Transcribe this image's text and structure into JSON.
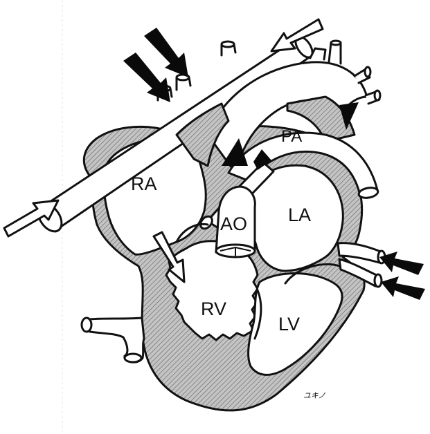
{
  "labels": {
    "ra": "RA",
    "pa": "PA",
    "ao": "AO",
    "la": "LA",
    "rv": "RV",
    "lv": "LV"
  },
  "signature": "ユキノ",
  "colors": {
    "wall_fill": "#bfbfbf",
    "outline": "#111111",
    "lumen": "#ffffff",
    "arrow_black": "#0a0a0a",
    "arrow_white": "#ffffff"
  }
}
